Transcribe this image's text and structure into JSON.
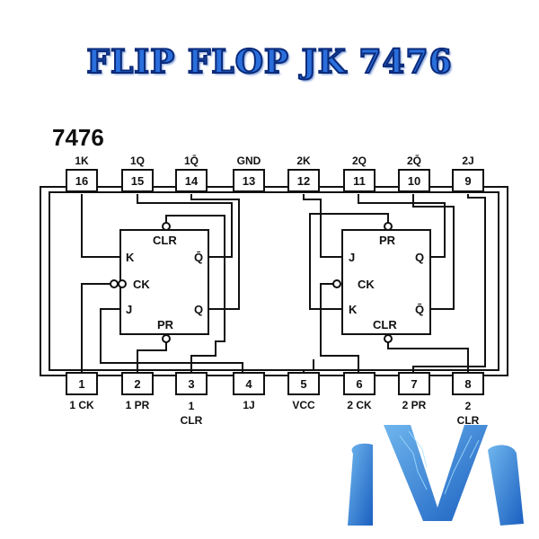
{
  "title": "FLIP FLOP JK 7476",
  "chip": {
    "name": "7476",
    "top_pins": [
      {
        "number": "16",
        "label": "1K"
      },
      {
        "number": "15",
        "label": "1Q"
      },
      {
        "number": "14",
        "label": "1Q̄"
      },
      {
        "number": "13",
        "label": "GND"
      },
      {
        "number": "12",
        "label": "2K"
      },
      {
        "number": "11",
        "label": "2Q"
      },
      {
        "number": "10",
        "label": "2Q̄"
      },
      {
        "number": "9",
        "label": "2J"
      }
    ],
    "bottom_pins": [
      {
        "number": "1",
        "label": "1 CK"
      },
      {
        "number": "2",
        "label": "1 PR"
      },
      {
        "number": "3",
        "label": "1\nCLR"
      },
      {
        "number": "4",
        "label": "1J"
      },
      {
        "number": "5",
        "label": "VCC"
      },
      {
        "number": "6",
        "label": "2 CK"
      },
      {
        "number": "7",
        "label": "2 PR"
      },
      {
        "number": "8",
        "label": "2\nCLR"
      }
    ],
    "flipflop1": {
      "top": "CLR",
      "bottom": "PR",
      "left": [
        "K",
        "CK",
        "J"
      ],
      "right": [
        "Q̄",
        "Q"
      ]
    },
    "flipflop2": {
      "top": "PR",
      "bottom": "CLR",
      "left": [
        "J",
        "CK",
        "K"
      ],
      "right": [
        "Q",
        "Q̄"
      ]
    }
  },
  "logo": {
    "name": "M logo",
    "colors": [
      "#1e6fd0",
      "#5aa8e8"
    ]
  }
}
